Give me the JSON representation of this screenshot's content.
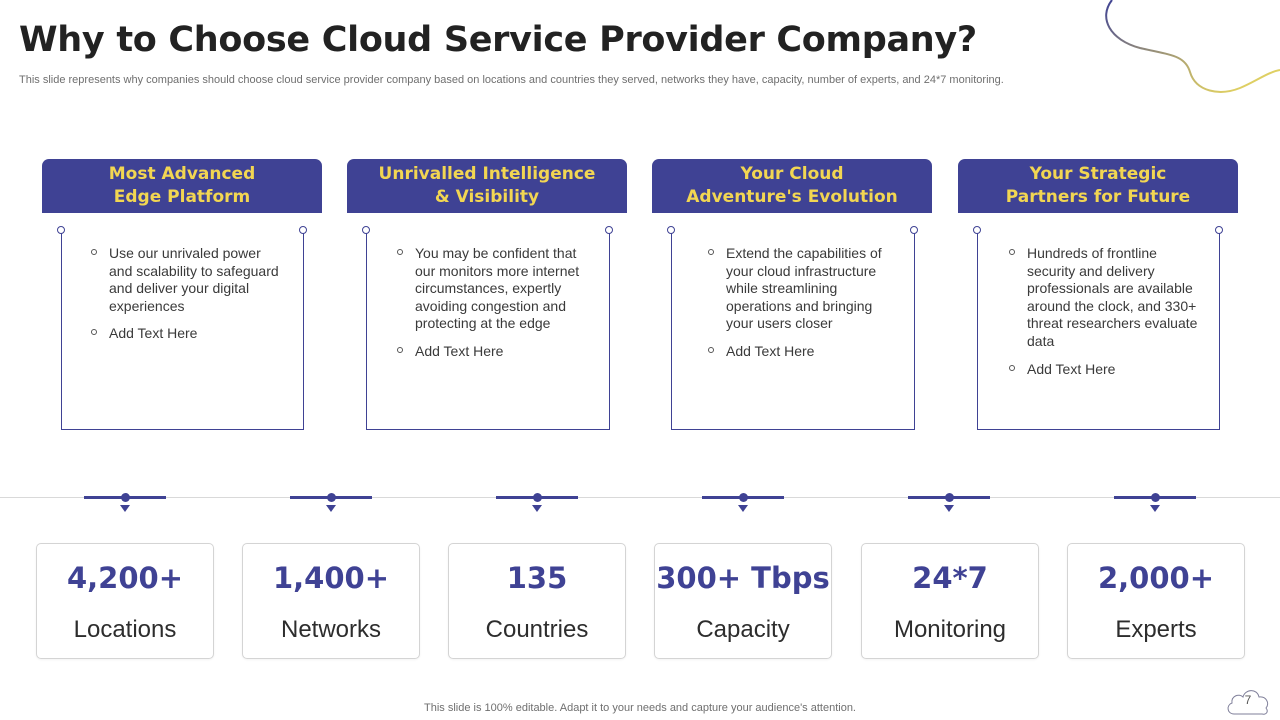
{
  "slide": {
    "title": "Why to Choose Cloud Service Provider Company?",
    "subtitle": "This slide represents why companies should choose cloud service provider company based on locations and countries they served, networks they have,  capacity,  number of experts, and 24*7 monitoring.",
    "footer": "This slide is 100% editable. Adapt it to your needs and capture your audience's attention.",
    "page_number": "7"
  },
  "cards": [
    {
      "title": "Most Advanced\nEdge Platform",
      "bullets": [
        "Use our unrivaled power and scalability to safeguard and deliver your digital experiences",
        "Add Text Here"
      ]
    },
    {
      "title": "Unrivalled Intelligence\n& Visibility",
      "bullets": [
        "You may be confident that our monitors more internet circumstances, expertly avoiding congestion and protecting at the edge",
        "Add Text Here"
      ]
    },
    {
      "title": "Your Cloud\nAdventure's Evolution",
      "bullets": [
        "Extend the capabilities of your cloud infrastructure while streamlining operations and bringing your users closer",
        "Add Text Here"
      ]
    },
    {
      "title": "Your Strategic\nPartners for Future",
      "bullets": [
        "Hundreds of frontline security and delivery professionals are available around the clock, and 330+ threat researchers evaluate data",
        "Add Text Here"
      ]
    }
  ],
  "stats": [
    {
      "value": "4,200+",
      "label": "Locations"
    },
    {
      "value": "1,400+",
      "label": "Networks"
    },
    {
      "value": "135",
      "label": "Countries"
    },
    {
      "value": "300+ Tbps",
      "label": "Capacity"
    },
    {
      "value": "24*7",
      "label": "Monitoring"
    },
    {
      "value": "2,000+",
      "label": "Experts"
    }
  ],
  "colors": {
    "accent": "#3f4294",
    "highlight": "#f2d652",
    "decorative_curve": "#eadb6c"
  }
}
